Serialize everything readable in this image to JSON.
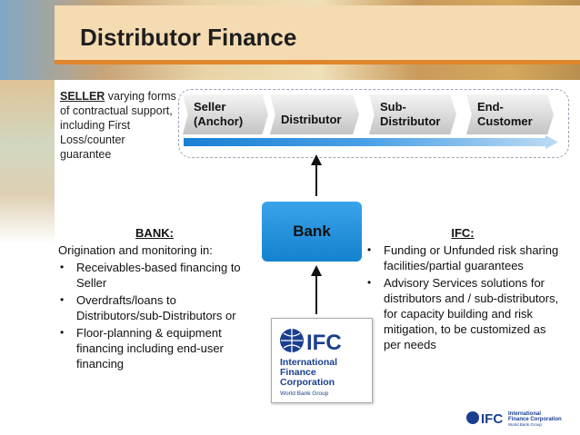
{
  "title": "Distributor Finance",
  "seller_note": {
    "label": "SELLER",
    "text": " varying forms of contractual support, including First Loss/counter guarantee"
  },
  "chain": [
    {
      "line1": "Seller",
      "line2": "(Anchor)"
    },
    {
      "line1": "",
      "line2": "Distributor"
    },
    {
      "line1": "Sub-",
      "line2": "Distributor"
    },
    {
      "line1": "End-",
      "line2": "Customer"
    }
  ],
  "bank": {
    "label": "Bank"
  },
  "bank_column": {
    "heading": "BANK:",
    "intro": "Origination and monitoring in:",
    "bullets": [
      "Receivables-based financing to Seller",
      "Overdrafts/loans to Distributors/sub-Distributors or",
      "Floor-planning & equipment financing including end-user financing"
    ]
  },
  "ifc_column": {
    "heading": "IFC:",
    "bullets": [
      "Funding or Unfunded risk sharing facilities/partial guarantees",
      "Advisory Services solutions for distributors and / sub-distributors, for capacity building and risk mitigation, to be customized as per needs"
    ]
  },
  "ifc_logo": {
    "mark": "IFC",
    "name_lines": [
      "International",
      "Finance",
      "Corporation"
    ],
    "group": "World Bank Group"
  },
  "footer_logo": {
    "mark": "IFC",
    "name_lines": [
      "International",
      "Finance Corporation"
    ],
    "group": "World Bank Group"
  },
  "colors": {
    "title_stripe": "#e0852b",
    "bank_box": "#1e8fdc",
    "arrow": "#1a7fd4",
    "ifc_blue": "#1a3f8f"
  }
}
